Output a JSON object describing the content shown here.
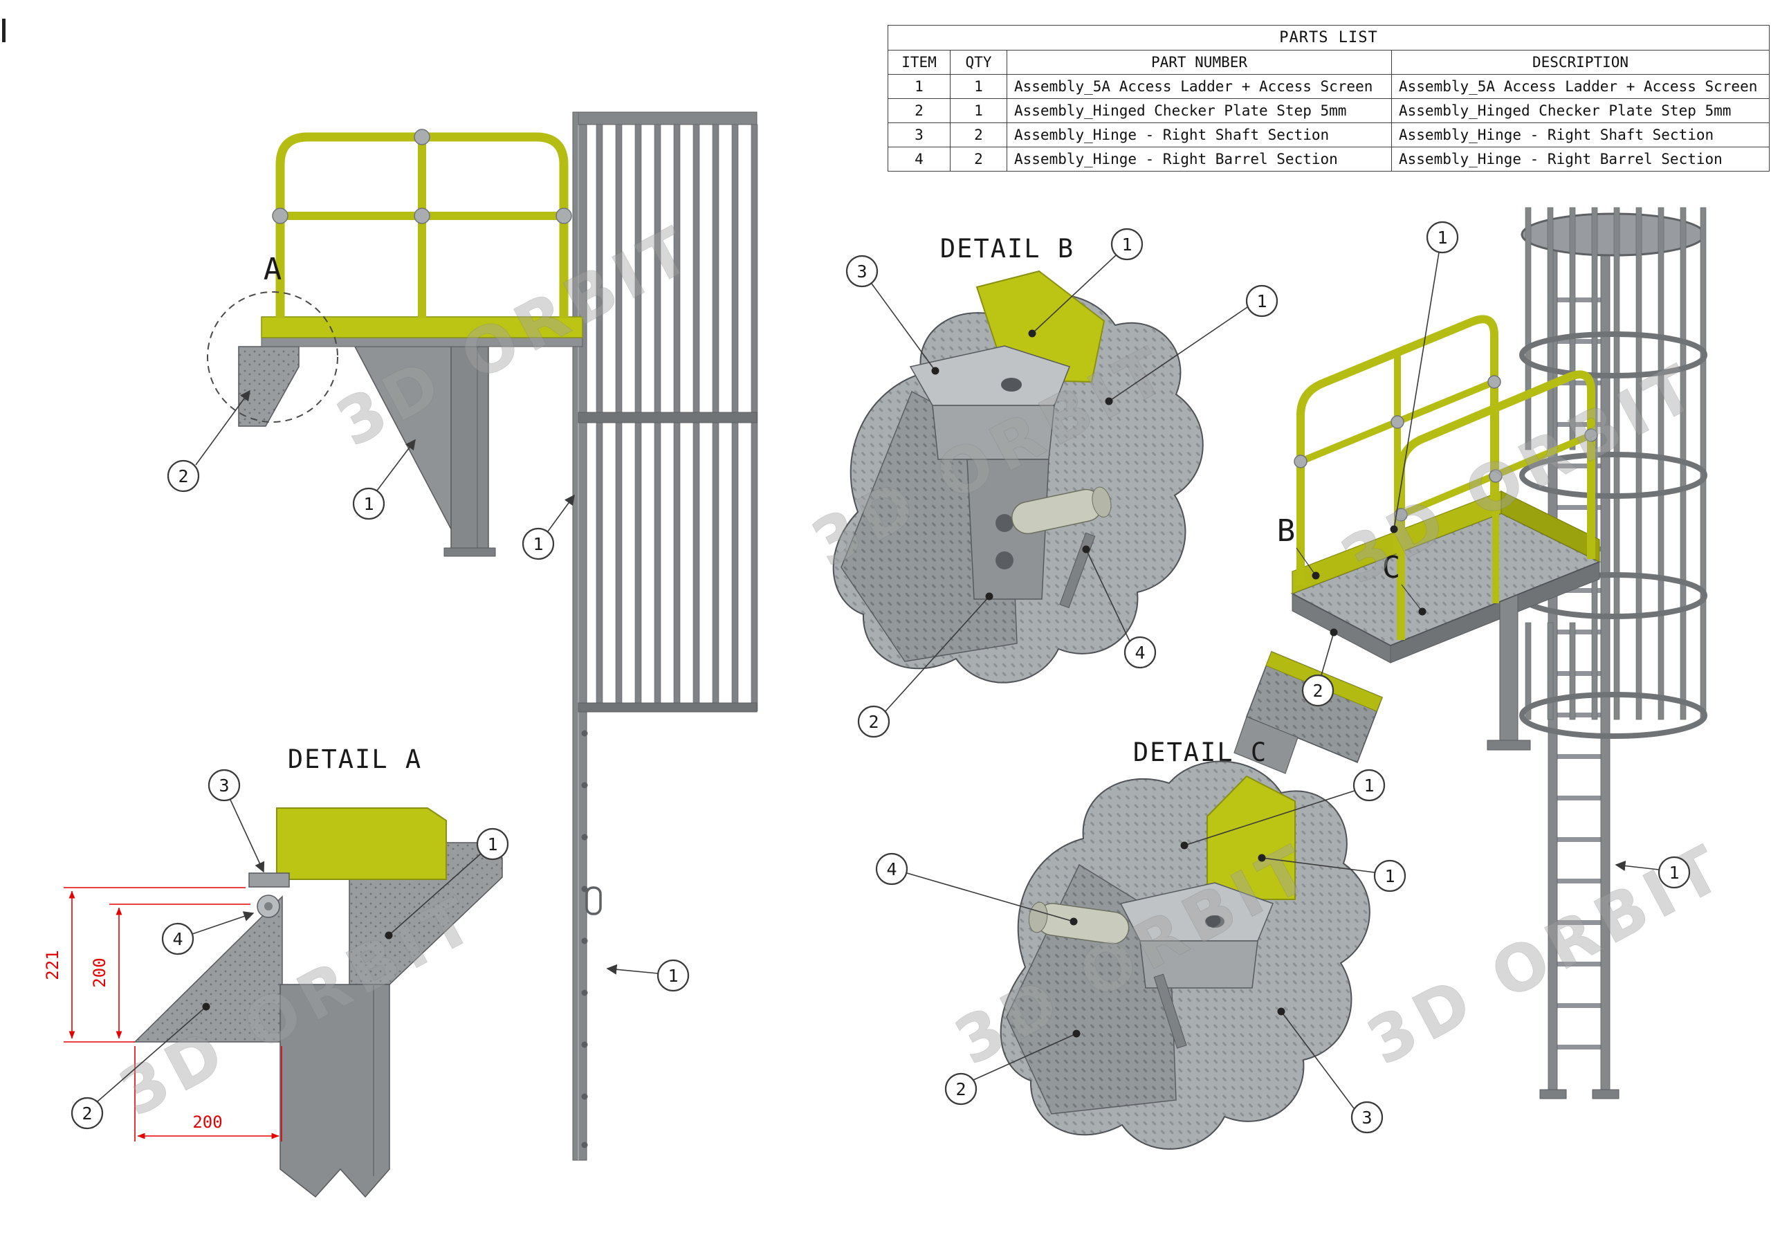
{
  "watermark": {
    "text": "3D ORBIT"
  },
  "colors": {
    "safety_yellow": "#bcc414",
    "steel_light": "#c3c7ca",
    "steel_mid": "#969a9d",
    "steel_dark": "#6e7275",
    "dimension_red": "#e60000"
  },
  "parts_list": {
    "title": "PARTS LIST",
    "headers": {
      "item": "ITEM",
      "qty": "QTY",
      "part_number": "PART NUMBER",
      "description": "DESCRIPTION"
    },
    "rows": [
      {
        "item": "1",
        "qty": "1",
        "part_number": "Assembly_5A Access Ladder + Access Screen",
        "description": "Assembly_5A Access Ladder + Access Screen"
      },
      {
        "item": "2",
        "qty": "1",
        "part_number": "Assembly_Hinged Checker Plate Step 5mm",
        "description": "Assembly_Hinged Checker Plate Step 5mm"
      },
      {
        "item": "3",
        "qty": "2",
        "part_number": "Assembly_Hinge - Right Shaft Section",
        "description": "Assembly_Hinge - Right Shaft Section"
      },
      {
        "item": "4",
        "qty": "2",
        "part_number": "Assembly_Hinge - Right Barrel Section",
        "description": "Assembly_Hinge - Right Barrel Section"
      }
    ]
  },
  "side_view": {
    "detail_label": "A"
  },
  "detail_a": {
    "title": "DETAIL A",
    "dim_height_outer": "221",
    "dim_height_inner": "200",
    "dim_width": "200"
  },
  "detail_b": {
    "title": "DETAIL B"
  },
  "detail_c": {
    "title": "DETAIL C"
  },
  "iso_view": {
    "label_b": "B",
    "label_c": "C"
  },
  "balloons": {
    "side_step": "2",
    "side_ladder_top": "1",
    "side_cage": "1",
    "side_ladder_bottom": "1",
    "detail_a_shaft": "3",
    "detail_a_ladder": "1",
    "detail_a_barrel": "4",
    "detail_a_step": "2",
    "detail_b_shaft": "3",
    "detail_b_ladder_top": "1",
    "detail_b_ladder_right": "1",
    "detail_b_barrel": "4",
    "detail_b_step": "2",
    "iso_ladder_top": "1",
    "iso_step": "2",
    "iso_ladder_right": "1",
    "detail_c_ladder_top": "1",
    "detail_c_ladder_right": "1",
    "detail_c_barrel": "4",
    "detail_c_step": "2",
    "detail_c_shaft": "3"
  }
}
